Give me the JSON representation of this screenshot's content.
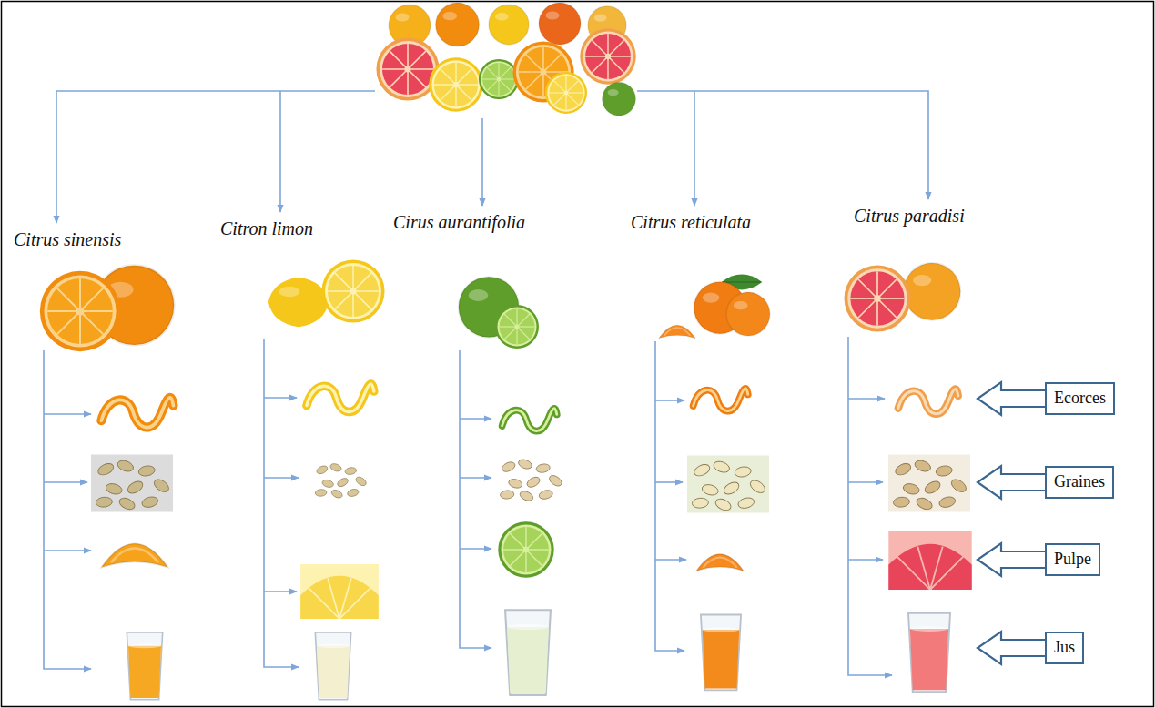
{
  "diagram": {
    "nodes": [
      {
        "text": [
          "Ecorces"
        ]
      },
      {
        "text": [
          "Graines"
        ]
      },
      {
        "text": [
          "Pulpe"
        ]
      },
      {
        "text": [
          "Jus"
        ]
      }
    ],
    "labels": [
      "Citrus sinensis",
      "Citron limon",
      "Cirus aurantifolia",
      "Citrus reticulata",
      "Citrus paradisi"
    ]
  }
}
